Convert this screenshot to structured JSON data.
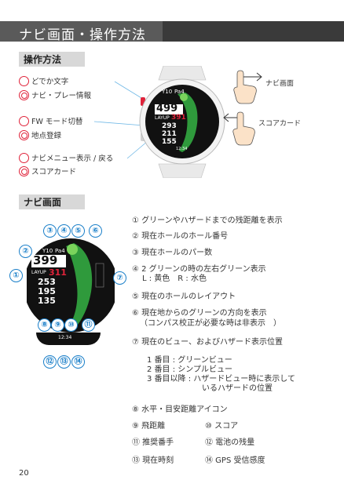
{
  "header": {
    "title": "ナビ画面・操作方法"
  },
  "operation": {
    "heading": "操作方法",
    "buttons": [
      {
        "style": "single",
        "label": "どでか文字"
      },
      {
        "style": "double",
        "label": "ナビ・プレー情報"
      },
      {
        "style": "single",
        "label": "FW モード切替"
      },
      {
        "style": "double",
        "label": "地点登録"
      },
      {
        "style": "single",
        "label": "ナビメニュー表示 / 戻る"
      },
      {
        "style": "double",
        "label": "スコアカード"
      }
    ],
    "swipe_labels": {
      "right": "ナビ画面",
      "left": "スコアカード"
    },
    "watch": {
      "top_marker": "Y10",
      "par_label": "Pa4",
      "big_distance": "499",
      "layup_label": "LAYUP",
      "layup_value": "391",
      "distances": [
        "293",
        "211",
        "155"
      ],
      "clock": "12:34"
    }
  },
  "nav": {
    "heading": "ナビ画面",
    "markers": [
      "①",
      "②",
      "③",
      "④",
      "⑤",
      "⑥",
      "⑦",
      "⑧",
      "⑨",
      "⑩",
      "⑪",
      "⑫",
      "⑬",
      "⑭"
    ],
    "watch": {
      "top_marker": "Y10",
      "par_label": "Pa4",
      "big_distance": "399",
      "layup_label": "LAYUP",
      "layup_value": "311",
      "distances": [
        "253",
        "195",
        "135"
      ],
      "clock": "12:34"
    },
    "legend": {
      "i1": "① グリーンやハザードまでの残距離を表示",
      "i2": "② 現在ホールのホール番号",
      "i3": "③ 現在ホールのパー数",
      "i4": "④ 2 グリーンの時の左右グリーン表示",
      "i4_sub": "L : 黄色　R : 水色",
      "i5": "⑤ 現在のホールのレイアウト",
      "i6": "⑥ 現在地からのグリーンの方向を表示",
      "i6_sub": "（コンパス校正が必要な時は非表示　）",
      "i7": "⑦ 現在のビュー、およびハザード表示位置",
      "i7_sub1": "1 番目 : グリーンビュー",
      "i7_sub2": "2 番目 : シンプルビュー",
      "i7_sub3": "3 番目以降 : ハザードビュー時に表示して",
      "i7_sub4": "いるハザードの位置",
      "i8": "⑧ 水平・目安距離アイコン",
      "i9": "⑨ 飛距離",
      "i10": "⑩ スコア",
      "i11": "⑪ 推奨番手",
      "i12": "⑫ 電池の残量",
      "i13": "⑬ 現在時刻",
      "i14": "⑭ GPS 受信感度"
    }
  },
  "footer": {
    "page_number": "20"
  },
  "colors": {
    "accent_red": "#e0233a",
    "accent_blue": "#1a7fc9",
    "header_dark": "#3a3a3a",
    "header_mid": "#5a5a5a",
    "section_bg": "#d8d8d8",
    "layup_red": "#e0233a",
    "fairway_green": "#2f9a3c"
  }
}
